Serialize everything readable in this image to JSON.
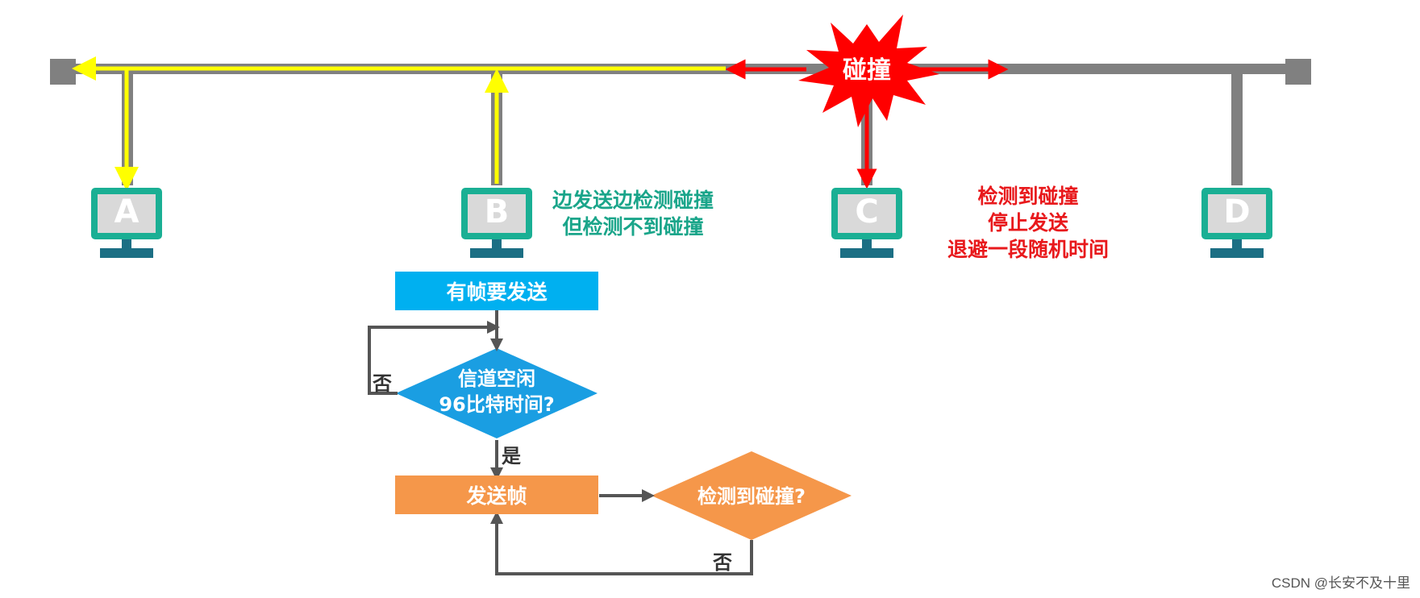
{
  "stations": [
    "A",
    "B",
    "C",
    "D"
  ],
  "collision_label": "碰撞",
  "b_note": [
    "边发送边检测碰撞",
    "但检测不到碰撞"
  ],
  "c_note": [
    "检测到碰撞",
    "停止发送",
    "退避一段随机时间"
  ],
  "flow": {
    "start": "有帧要发送",
    "idle_check": [
      "信道空闲",
      "96比特时间?"
    ],
    "send": "发送帧",
    "collision_check": "检测到碰撞?",
    "no_label": "否",
    "yes_label": "是"
  },
  "credit": "CSDN @长安不及十里",
  "colors": {
    "bus": "#808080",
    "signal_yellow": "#ffff00",
    "collision_red": "#ff0000",
    "monitor": "#1aaf94",
    "stand": "#1c6f84",
    "start_box": "#00b0f0",
    "idle_diamond": "#1a9ee2",
    "send_box": "#f5974a",
    "collision_diamond": "#f5974a"
  }
}
